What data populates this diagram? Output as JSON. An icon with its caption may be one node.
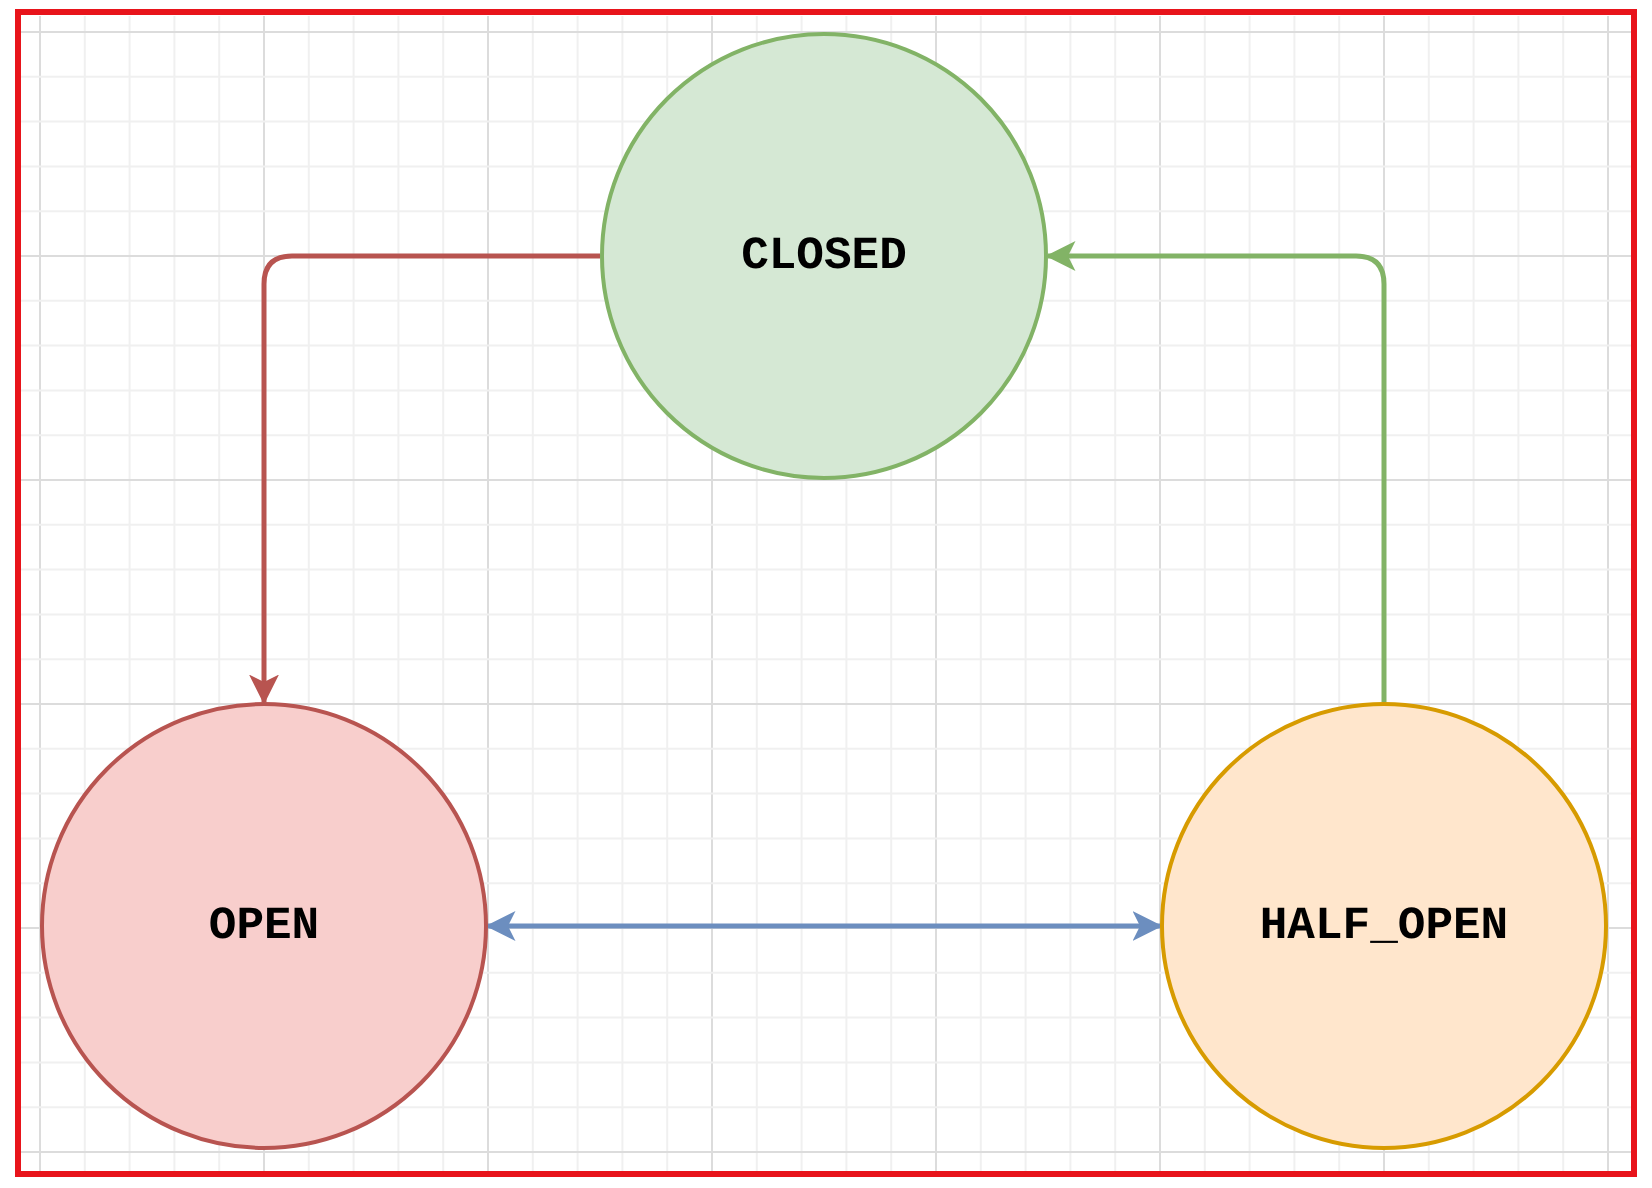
{
  "diagram": {
    "nodes": [
      {
        "text": [
          "CLOSED"
        ]
      },
      {
        "text": [
          "OPEN"
        ]
      },
      {
        "text": [
          "HALF_OPEN"
        ]
      }
    ],
    "edges": [
      {
        "from": 0,
        "to": 1,
        "arrow": "to",
        "color": "#b85450"
      },
      {
        "from": 2,
        "to": 0,
        "arrow": "to",
        "color": "#82b366"
      },
      {
        "from": 1,
        "to": 2,
        "arrow": "both",
        "color": "#6c8ebf"
      }
    ]
  }
}
